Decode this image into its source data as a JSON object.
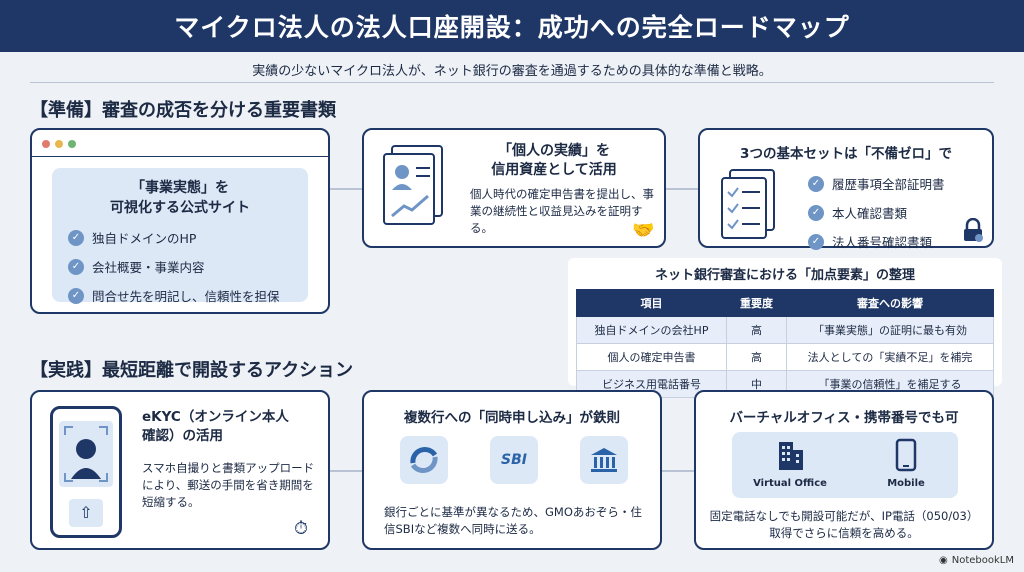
{
  "header": {
    "title": "マイクロ法人の法人口座開設：成功への完全ロードマップ"
  },
  "subtitle": "実績の少ないマイクロ法人が、ネット銀行の審査を通過するための具体的な準備と戦略。",
  "prep": {
    "title": "【準備】審査の成否を分ける重要書類",
    "site_card": {
      "heading": "「事業実態」を\n可視化する公式サイト",
      "items": [
        "独自ドメインのHP",
        "会社概要・事業内容",
        "問合せ先を明記し、信頼性を担保"
      ]
    },
    "record_card": {
      "heading": "「個人の実績」を\n信用資産として活用",
      "body": "個人時代の確定申告書を提出し、事業の継続性と収益見込みを証明する。"
    },
    "docs_card": {
      "heading": "3つの基本セットは「不備ゼロ」で",
      "items": [
        "履歴事項全部証明書",
        "本人確認書類",
        "法人番号確認書類"
      ]
    },
    "table": {
      "title": "ネット銀行審査における「加点要素」の整理",
      "headers": [
        "項目",
        "重要度",
        "審査への影響"
      ],
      "rows": [
        [
          "独自ドメインの会社HP",
          "高",
          "「事業実態」の証明に最も有効"
        ],
        [
          "個人の確定申告書",
          "高",
          "法人としての「実績不足」を補完"
        ],
        [
          "ビジネス用電話番号",
          "中",
          "「事業の信頼性」を補足する"
        ]
      ]
    }
  },
  "action": {
    "title": "【実践】最短距離で開設するアクション",
    "ekyc_card": {
      "heading": "eKYC（オンライン本人\n確認）の活用",
      "body": "スマホ自撮りと書類アップロードにより、郵送の手間を省き期間を短縮する。"
    },
    "multi_card": {
      "heading": "複数行への「同時申し込み」が鉄則",
      "bank_label": "SBI",
      "body": "銀行ごとに基準が異なるため、GMOあおぞら・住信SBIなど複数へ同時に送る。"
    },
    "virtual_card": {
      "heading": "バーチャルオフィス・携帯番号でも可",
      "office_label": "Virtual Office",
      "mobile_label": "Mobile",
      "body": "固定電話なしでも開設可能だが、IP電話（050/03）取得でさらに信頼を高める。"
    }
  },
  "footer": {
    "brand": "NotebookLM"
  }
}
